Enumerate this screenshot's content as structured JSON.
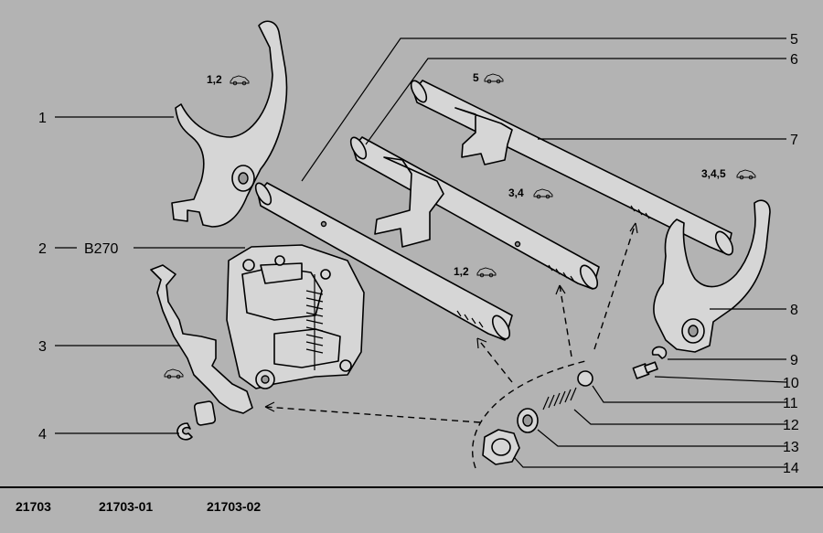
{
  "callouts": [
    {
      "id": "1",
      "text": "1"
    },
    {
      "id": "2",
      "text": "2"
    },
    {
      "id": "3",
      "text": "3"
    },
    {
      "id": "4",
      "text": "4"
    },
    {
      "id": "5",
      "text": "5"
    },
    {
      "id": "6",
      "text": "6"
    },
    {
      "id": "7",
      "text": "7"
    },
    {
      "id": "8",
      "text": "8"
    },
    {
      "id": "9",
      "text": "9"
    },
    {
      "id": "10",
      "text": "10"
    },
    {
      "id": "11",
      "text": "11"
    },
    {
      "id": "12",
      "text": "12"
    },
    {
      "id": "13",
      "text": "13"
    },
    {
      "id": "14",
      "text": "14"
    }
  ],
  "part2_code": "B270",
  "gear_labels": {
    "fork1": "1,2",
    "rod5": "5",
    "rod34": "3,4",
    "rod12": "1,2",
    "fork8": "3,4,5"
  },
  "footer": {
    "codes": [
      "21703",
      "21703-01",
      "21703-02"
    ]
  },
  "colors": {
    "background": "#b3b3b3",
    "line": "#000000",
    "part_fill": "#d6d6d6"
  }
}
